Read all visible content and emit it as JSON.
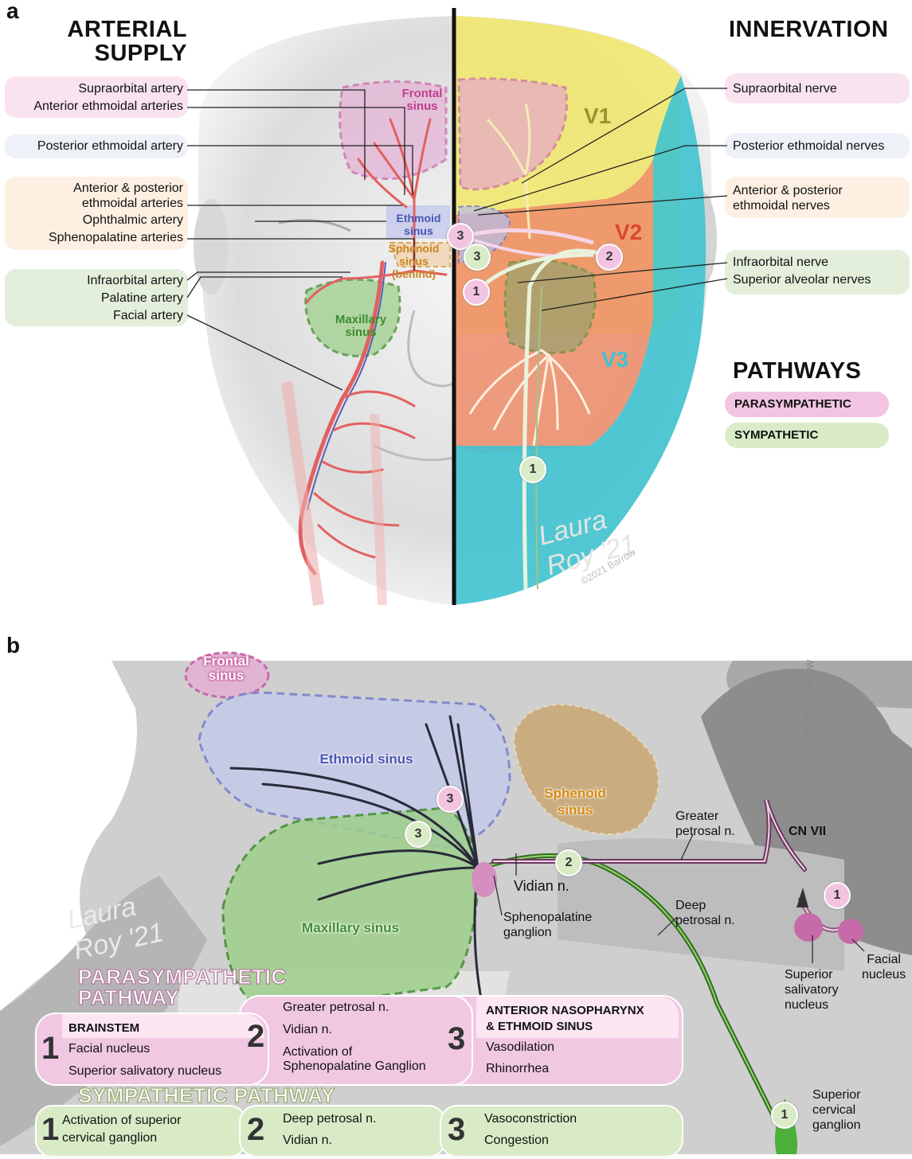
{
  "panel_a": {
    "letter": "a",
    "left_heading_line1": "ARTERIAL",
    "left_heading_line2": "SUPPLY",
    "right_heading": "INNERVATION",
    "arteries": {
      "supraorbital": "Supraorbital artery",
      "anterior_ethmoidal": "Anterior ethmoidal arteries",
      "posterior_ethmoidal": "Posterior ethmoidal artery",
      "ant_post_ethmoidal_1": "Anterior & posterior",
      "ant_post_ethmoidal_2": "ethmoidal arteries",
      "ophthalmic": "Ophthalmic artery",
      "sphenopalatine": "Sphenopalatine arteries",
      "infraorbital": "Infraorbital artery",
      "palatine": "Palatine artery",
      "facial": "Facial artery"
    },
    "nerves": {
      "supraorbital": "Supraorbital nerve",
      "posterior_ethmoidal": "Posterior ethmoidal nerves",
      "ant_post_1": "Anterior & posterior",
      "ant_post_2": "ethmoidal nerves",
      "infraorbital": "Infraorbital nerve",
      "superior_alveolar": "Superior alveolar nerves"
    },
    "sinuses": {
      "frontal_1": "Frontal",
      "frontal_2": "sinus",
      "ethmoid_1": "Ethmoid",
      "ethmoid_2": "sinus",
      "sphenoid_1": "Sphenoid",
      "sphenoid_2": "sinus (behind)",
      "maxillary_1": "Maxillary",
      "maxillary_2": "sinus"
    },
    "divisions": {
      "v1": "V1",
      "v2": "V2",
      "v3": "V3"
    },
    "pathways_heading": "PATHWAYS",
    "pathway_parasympathetic": "PARASYMPATHETIC",
    "pathway_sympathetic": "SYMPATHETIC",
    "badges": {
      "three_p": "3",
      "three_s": "3",
      "two": "2",
      "one_p": "1",
      "one_s": "1"
    },
    "signature_1": "Laura",
    "signature_2": "Roy '21",
    "copyright": "©2021 Barrow",
    "colors": {
      "pink_band": "#f8e3ef",
      "blue_band": "#eef1f8",
      "peach_band": "#fdf0e2",
      "green_band": "#e3efdb",
      "v1": "#f2e86a",
      "v2": "#ef8c6a",
      "v3": "#3fc3cf",
      "frontal": "#c03e8e",
      "ethmoid": "#4a56b4",
      "sphenoid": "#c98420",
      "maxillary": "#3f8d2e"
    }
  },
  "panel_b": {
    "letter": "b",
    "frontal_1": "Frontal",
    "frontal_2": "sinus",
    "ethmoid": "Ethmoid sinus",
    "sphenoid_1": "Sphenoid",
    "sphenoid_2": "sinus",
    "maxillary": "Maxillary sinus",
    "greater_petrosal_1": "Greater",
    "greater_petrosal_2": "petrosal n.",
    "cn7": "CN VII",
    "vidian": "Vidian n.",
    "spg_1": "Sphenopalatine",
    "spg_2": "ganglion",
    "deep_petrosal_1": "Deep",
    "deep_petrosal_2": "petrosal n.",
    "facial_nucleus_1": "Facial",
    "facial_nucleus_2": "nucleus",
    "ssn_1": "Superior",
    "ssn_2": "salivatory",
    "ssn_3": "nucleus",
    "scg_1": "Superior",
    "scg_2": "cervical",
    "scg_3": "ganglion",
    "copyright": "©2021 Barrow",
    "signature_1": "Laura",
    "signature_2": "Roy '21",
    "badges": {
      "three_p": "3",
      "three_s": "3",
      "two": "2",
      "one_p": "1",
      "one_s": "1"
    }
  },
  "parasympathetic_pathway": {
    "title_1": "PARASYMPATHETIC",
    "title_2": "PATHWAY",
    "step1": {
      "num": "1",
      "head": "BRAINSTEM",
      "line1": "Facial nucleus",
      "line2": "Superior salivatory nucleus"
    },
    "step2": {
      "num": "2",
      "line1": "Greater petrosal n.",
      "line2": "Vidian n.",
      "line3": "Activation of",
      "line4": "Sphenopalatine Ganglion"
    },
    "step3": {
      "num": "3",
      "head1": "ANTERIOR NASOPHARYNX",
      "head2": "& ETHMOID SINUS",
      "line1": "Vasodilation",
      "line2": "Rhinorrhea"
    }
  },
  "sympathetic_pathway": {
    "title": "SYMPATHETIC PATHWAY",
    "step1": {
      "num": "1",
      "line1": "Activation of superior",
      "line2": "cervical ganglion"
    },
    "step2": {
      "num": "2",
      "line1": "Deep petrosal n.",
      "line2": "Vidian n."
    },
    "step3": {
      "num": "3",
      "line1": "Vasoconstriction",
      "line2": "Congestion"
    }
  }
}
